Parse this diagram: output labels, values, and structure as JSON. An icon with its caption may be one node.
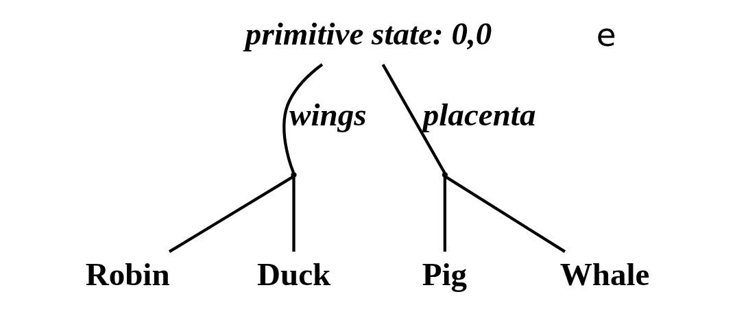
{
  "diagram": {
    "nodes": [
      {
        "text": [
          "primitive state: 0,0"
        ]
      },
      {
        "text": [],
        "shape": "point"
      },
      {
        "text": [],
        "shape": "point"
      },
      {
        "text": [
          "Robin"
        ]
      },
      {
        "text": [
          "Duck"
        ]
      },
      {
        "text": [
          "Pig"
        ]
      },
      {
        "text": [
          "Whale"
        ]
      }
    ],
    "edges": [
      {
        "from": 0,
        "to": 1,
        "arrow": "none",
        "label": "wings"
      },
      {
        "from": 0,
        "to": 2,
        "arrow": "none",
        "label": "placenta"
      },
      {
        "from": 1,
        "to": 3,
        "arrow": "none"
      },
      {
        "from": 1,
        "to": 4,
        "arrow": "none"
      },
      {
        "from": 2,
        "to": 5,
        "arrow": "none"
      },
      {
        "from": 2,
        "to": 6,
        "arrow": "none"
      }
    ],
    "labels": [
      "e"
    ]
  }
}
